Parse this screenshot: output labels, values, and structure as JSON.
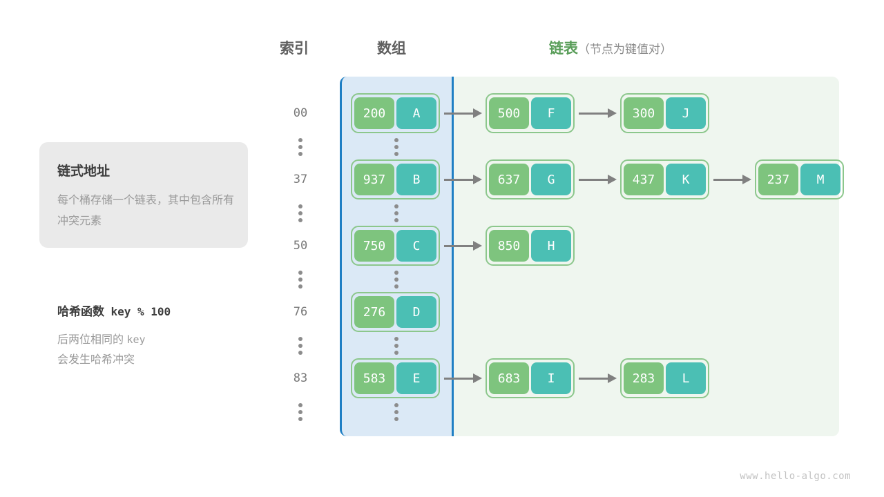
{
  "header": {
    "index_label": "索引",
    "array_label": "数组",
    "list_label": "链表",
    "list_sublabel": "（节点为键值对）"
  },
  "info_card": {
    "title": "链式地址",
    "description": "每个桶存储一个链表，其中包含所有冲突元素"
  },
  "hash_note": {
    "title_cn": "哈希函数",
    "title_expr": "key % 100",
    "description_line1_cn": "后两位相同的",
    "description_line1_mono": "key",
    "description_line2": "会发生哈希冲突"
  },
  "colors": {
    "key_box": "#7ec47e",
    "value_box": "#4bbfb4",
    "node_border": "#8cc78c",
    "array_panel_bg": "#dbe9f6",
    "array_panel_border": "#1f7fc4",
    "list_panel_bg": "#eff6ef",
    "arrow": "#808080",
    "list_label_green": "#5a9e5a",
    "info_card_bg": "#eaeaea"
  },
  "buckets": [
    {
      "index": "00",
      "nodes": [
        {
          "key": "200",
          "value": "A",
          "in_array": true
        },
        {
          "key": "500",
          "value": "F",
          "in_array": false
        },
        {
          "key": "300",
          "value": "J",
          "in_array": false
        }
      ]
    },
    {
      "index": "37",
      "nodes": [
        {
          "key": "937",
          "value": "B",
          "in_array": true
        },
        {
          "key": "637",
          "value": "G",
          "in_array": false
        },
        {
          "key": "437",
          "value": "K",
          "in_array": false
        },
        {
          "key": "237",
          "value": "M",
          "in_array": false
        }
      ]
    },
    {
      "index": "50",
      "nodes": [
        {
          "key": "750",
          "value": "C",
          "in_array": true
        },
        {
          "key": "850",
          "value": "H",
          "in_array": false
        }
      ]
    },
    {
      "index": "76",
      "nodes": [
        {
          "key": "276",
          "value": "D",
          "in_array": true
        }
      ]
    },
    {
      "index": "83",
      "nodes": [
        {
          "key": "583",
          "value": "E",
          "in_array": true
        },
        {
          "key": "683",
          "value": "I",
          "in_array": false
        },
        {
          "key": "283",
          "value": "L",
          "in_array": false
        }
      ]
    }
  ],
  "footer": {
    "watermark": "www.hello-algo.com"
  }
}
